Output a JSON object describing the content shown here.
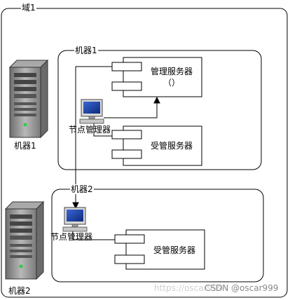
{
  "domain_label": "域1",
  "machine1": {
    "group_label": "机器1",
    "node_manager": "节点管理器",
    "admin_server_line1": "管理服务器",
    "admin_server_line2": "（）",
    "managed_server": "受管服务器"
  },
  "machine2": {
    "group_label": "机器2",
    "node_manager": "节点管理器",
    "managed_server": "受管服务器"
  },
  "left_servers": {
    "server1_label": "机器1",
    "server2_label": "机器2"
  },
  "watermark": {
    "faint_url": "https://oscar999",
    "credit": "CSDN @oscar999"
  },
  "colors": {
    "line": "#000000",
    "server_body": "#8a8a8a",
    "monitor_screen": "#1f3f9a"
  }
}
